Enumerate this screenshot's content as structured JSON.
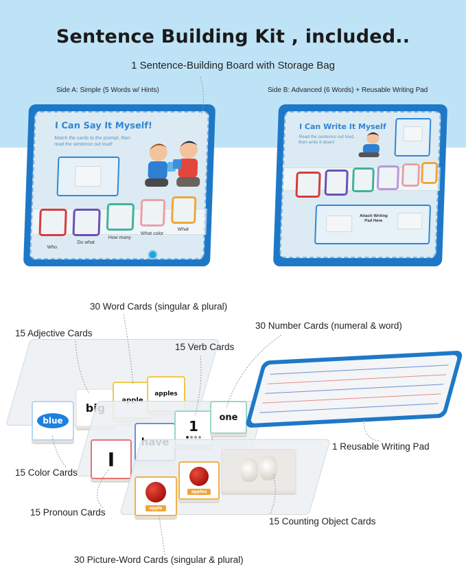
{
  "header": {
    "title": "Sentence Building Kit , included..",
    "subtitle": "1 Sentence-Building Board with Storage Bag",
    "side_a": "Side A: Simple (5 Words w/ Hints)",
    "side_b": "Side B: Advanced (6 Words) +  Reusable Writing Pad"
  },
  "board_a": {
    "title": "I Can Say It Myself!",
    "instructions": "Match the cards to the prompt, then read the sentence out loud!",
    "slot_labels": [
      "Who",
      "Do what",
      "How many",
      "What color",
      "What"
    ],
    "slot_colors": [
      "#d83b3b",
      "#6a4fb5",
      "#3fb39a",
      "#e9a0a8",
      "#f0a53a"
    ]
  },
  "board_b": {
    "title": "I Can Write It Myself",
    "instructions": "Read the sentence out loud, then write it down!",
    "pad_label": "Attach Writing Pad Here",
    "slot_colors": [
      "#d83b3b",
      "#6a4fb5",
      "#3fb39a",
      "#b69ad8",
      "#e9a0a8",
      "#f0a53a"
    ]
  },
  "callouts": {
    "word_cards": "30 Word Cards (singular & plural)",
    "adjective_cards": "15 Adjective Cards",
    "verb_cards": "15 Verb Cards",
    "number_cards": "30 Number Cards (numeral & word)",
    "writing_pad": "1 Reusable Writing Pad",
    "color_cards": "15 Color Cards",
    "pronoun_cards": "15 Pronoun Cards",
    "counting_cards": "15 Counting Object Cards",
    "picture_cards": "30 Picture-Word Cards (singular & plural)"
  },
  "cards": {
    "color": "blue",
    "adjective": "big",
    "word_singular": "apple",
    "word_plural": "apples",
    "pronoun": "I",
    "verb": "have",
    "numeral": "1",
    "number_word": "one",
    "picture_label": "apple",
    "picture_label_plural": "apples"
  }
}
